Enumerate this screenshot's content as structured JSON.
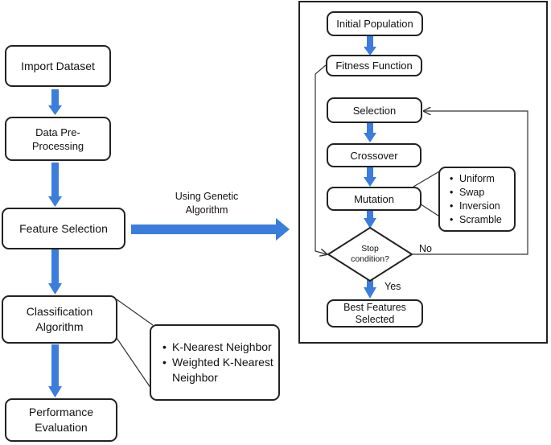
{
  "colors": {
    "arrow": "#3b7ddd",
    "box_border": "#222222",
    "connector": "#333333"
  },
  "left_flow": {
    "import": "Import Dataset",
    "preprocess": "Data Pre-Processing",
    "feature": "Feature Selection",
    "classification": "Classification Algorithm",
    "performance": "Performance Evaluation"
  },
  "classifiers": [
    "K-Nearest Neighbor",
    "Weighted K-Nearest Neighbor"
  ],
  "transition_label": "Using Genetic Algorithm",
  "ga": {
    "initial": "Initial Population",
    "fitness": "Fitness Function",
    "selection": "Selection",
    "crossover": "Crossover",
    "mutation": "Mutation",
    "stop": "Stop condition?",
    "best": "Best Features Selected",
    "yes": "Yes",
    "no": "No",
    "mutation_types": [
      "Uniform",
      "Swap",
      "Inversion",
      "Scramble"
    ]
  }
}
